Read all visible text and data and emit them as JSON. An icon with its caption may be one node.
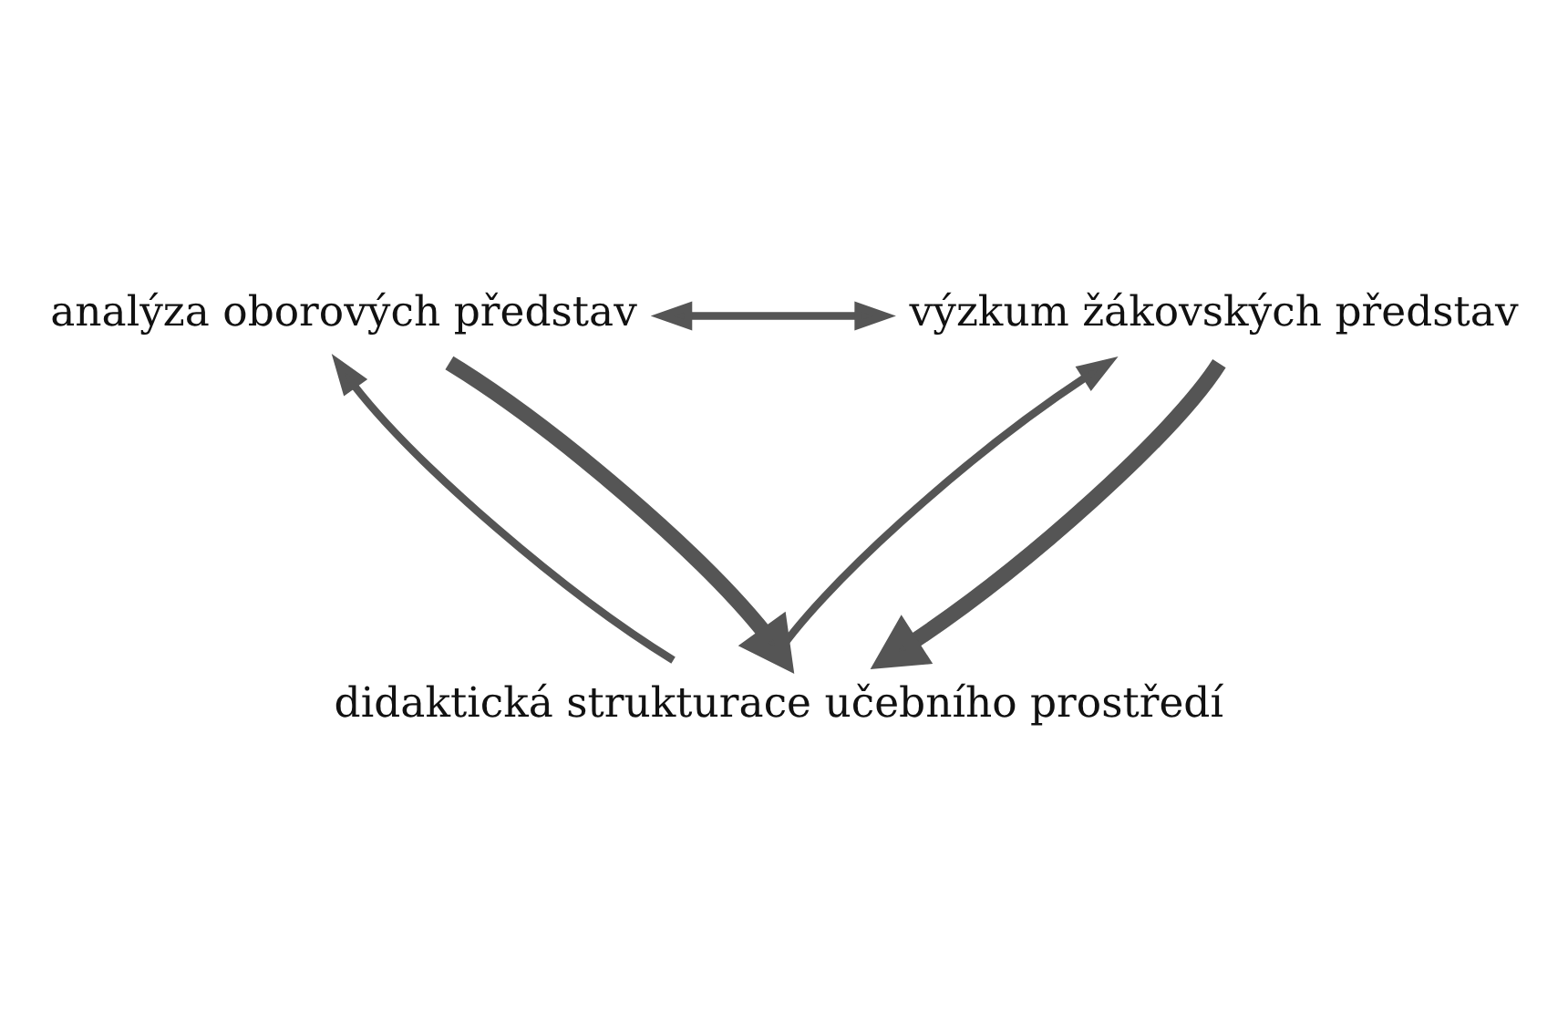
{
  "diagram": {
    "nodes": [
      {
        "text": [
          "didaktická strukturace učebního prostředí"
        ]
      },
      {
        "text": [
          "analýza oborových představ"
        ]
      },
      {
        "text": [
          "výzkum žákovských představ"
        ]
      }
    ],
    "edges": [
      {
        "from": 1,
        "to": 0,
        "arrow": "to",
        "style": "thick"
      },
      {
        "from": 2,
        "to": 0,
        "arrow": "to",
        "style": "thick"
      },
      {
        "from": 0,
        "to": 1,
        "arrow": "to"
      },
      {
        "from": 0,
        "to": 2,
        "arrow": "to"
      },
      {
        "from": 1,
        "to": 2,
        "arrow": "both"
      }
    ]
  }
}
